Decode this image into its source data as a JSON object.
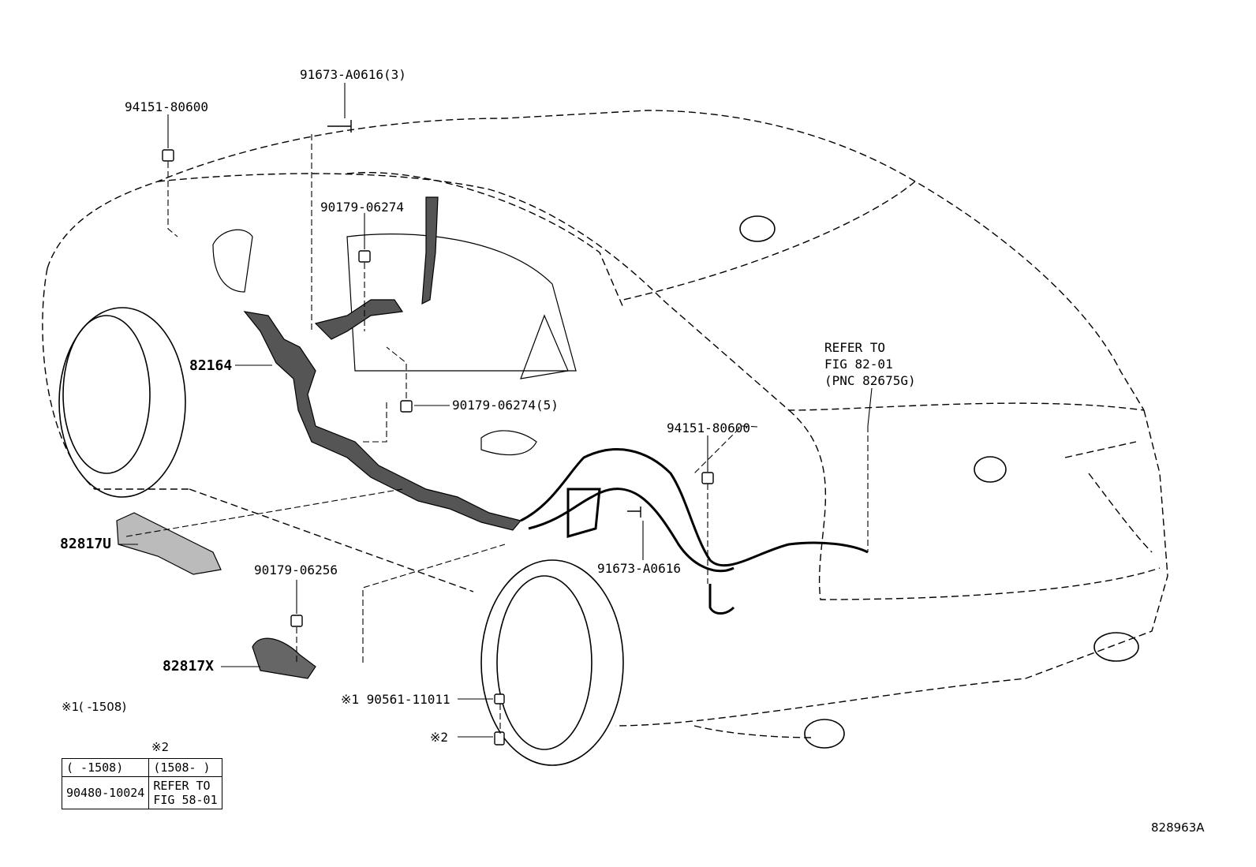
{
  "labels": {
    "p1": "91673-A0616(3)",
    "p2": "94151-80600",
    "p3": "90179-06274",
    "p4": "82164",
    "p5": "90179-06274(5)",
    "p6": "REFER TO",
    "p7": "FIG 82-01",
    "p8": "(PNC 82675G)",
    "p9": "94151-80600",
    "p10": "82817U",
    "p11": "90179-06256",
    "p12": "91673-A0616",
    "p13": "82817X",
    "p14": "※1 90561-11011",
    "p15": "※2",
    "p16": "※1(      -1508)",
    "ref_id": "828963A"
  },
  "table": {
    "header": "※2",
    "col1": "(      -1508)",
    "col2": "(1508-     )",
    "part": "90480-10024",
    "ref1": "REFER TO",
    "ref2": "FIG 58-01"
  }
}
